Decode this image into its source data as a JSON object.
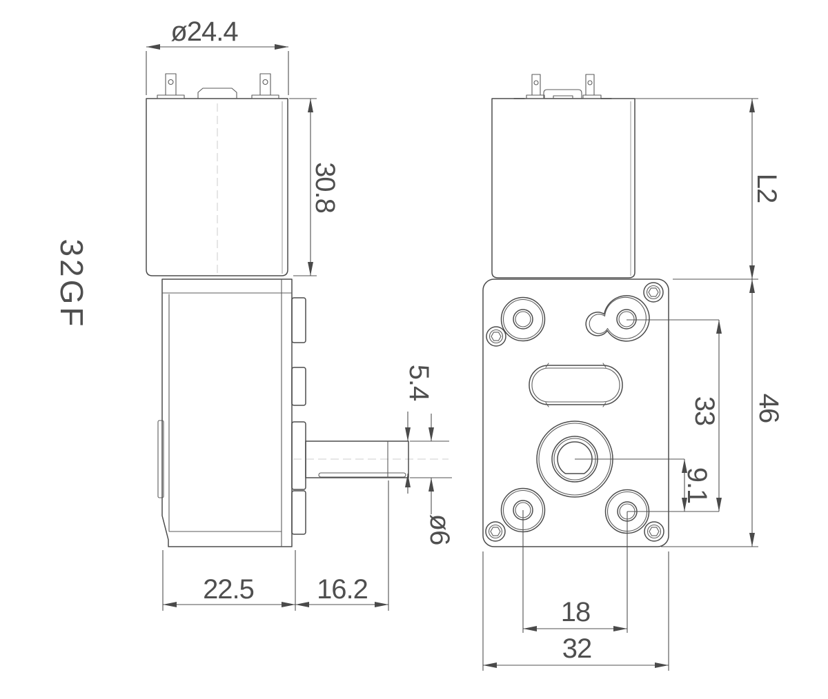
{
  "drawing": {
    "part_label": "32GF",
    "colors": {
      "line": "#4b4b4b",
      "background": "#ffffff",
      "centerline": "#cccccc"
    },
    "dimensions": {
      "motor_diameter": "ø24.4",
      "motor_length": "30.8",
      "gearbox_depth": "22.5",
      "shaft_extension": "16.2",
      "shaft_flat": "5.4",
      "shaft_diameter": "ø6",
      "motor_length_ref": "L2",
      "gearbox_face_height": "46",
      "mount_hole_vertical_span": "33",
      "shaft_center_to_hole": "9.1",
      "mount_hole_horizontal_span": "18",
      "gearbox_face_width": "32"
    }
  }
}
